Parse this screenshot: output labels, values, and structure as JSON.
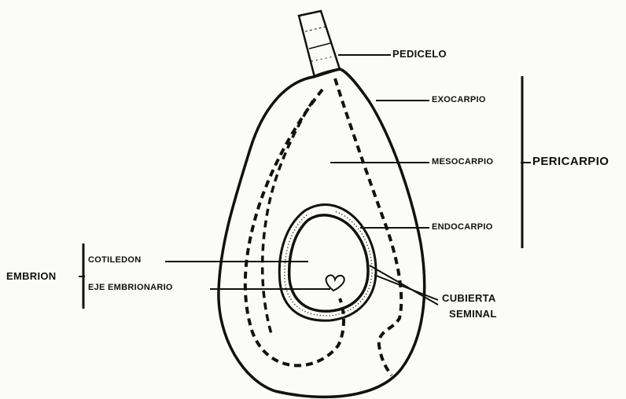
{
  "labels": {
    "pedicelo": "PEDICELO",
    "exocarpio": "EXOCARPIO",
    "mesocarpio": "MESOCARPIO",
    "endocarpio": "ENDOCARPIO",
    "pericarpio": "PERICARPIO",
    "cubierta_line1": "CUBIERTA",
    "cubierta_line2": "SEMINAL",
    "cotiledon": "COTILEDON",
    "eje_embrionario": "EJE EMBRIONARIO",
    "embrion": "EMBRION"
  },
  "colors": {
    "ink": "#111111",
    "paper": "#fbfbf9"
  }
}
